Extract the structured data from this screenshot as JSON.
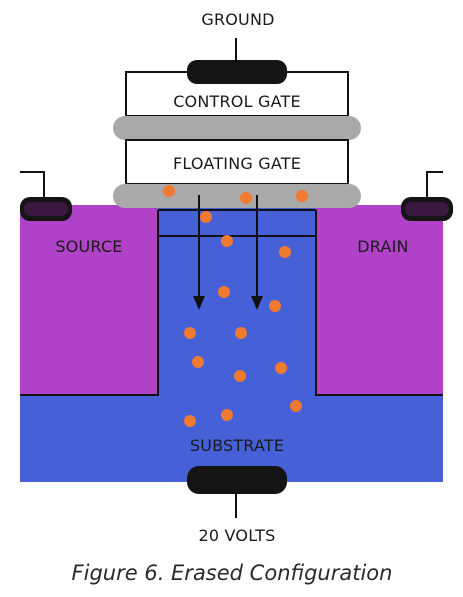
{
  "labels": {
    "ground": "GROUND",
    "control_gate": "CONTROL GATE",
    "floating_gate": "FLOATING GATE",
    "source": "SOURCE",
    "drain": "DRAIN",
    "substrate": "SUBSTRATE",
    "voltage": "20 VOLTS"
  },
  "caption": "Figure 6. Erased Configuration",
  "colors": {
    "substrate": "#4660d8",
    "source_drain": "#b042c8",
    "gate_oxide": "#a9a9a9",
    "contact": "#141414",
    "electron": "#f07a30",
    "outline": "#111111",
    "gate_box": "#ffffff"
  }
}
